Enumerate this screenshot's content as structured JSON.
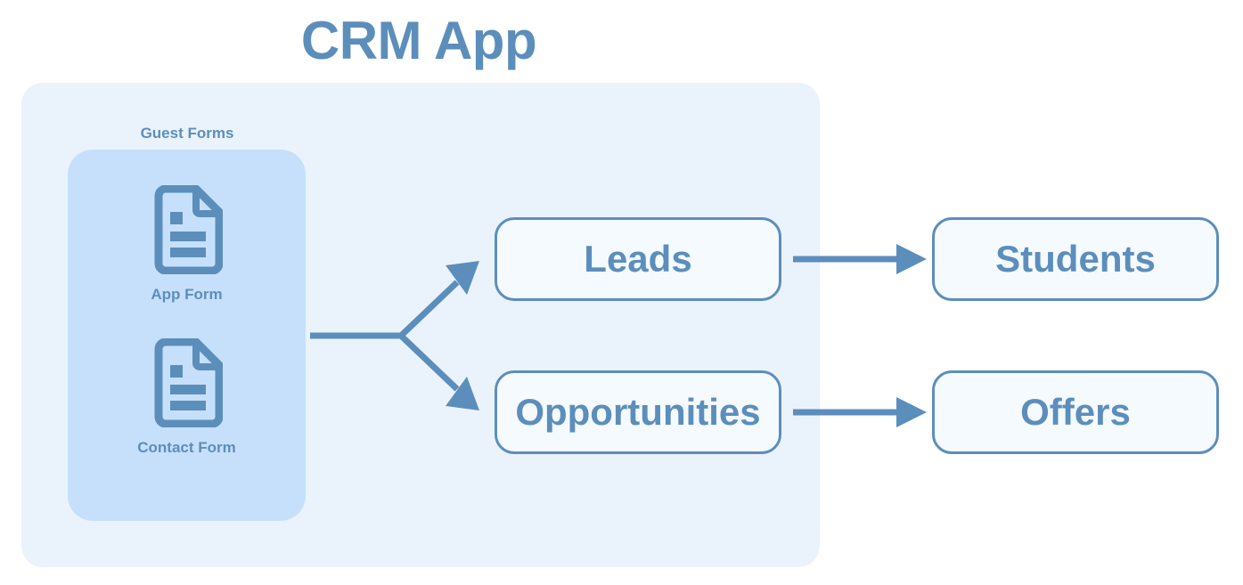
{
  "diagram": {
    "title": "CRM App",
    "background_color": "#ffffff",
    "accent_color": "#5c8ebc",
    "panel_color": "#eaf3fc",
    "group_color": "#c6e0fb",
    "box_fill_color": "#f5faff"
  },
  "group": {
    "label": "Guest Forms",
    "items": [
      {
        "icon": "document-icon",
        "caption": "App Form"
      },
      {
        "icon": "document-icon",
        "caption": "Contact Form"
      }
    ]
  },
  "entities": [
    {
      "id": "leads",
      "label": "Leads"
    },
    {
      "id": "opportunities",
      "label": "Opportunities"
    },
    {
      "id": "students",
      "label": "Students"
    },
    {
      "id": "offers",
      "label": "Offers"
    }
  ],
  "connections": [
    {
      "from": "Guest Forms",
      "to": "Leads",
      "style": "branch-arrow"
    },
    {
      "from": "Guest Forms",
      "to": "Opportunities",
      "style": "branch-arrow"
    },
    {
      "from": "Leads",
      "to": "Students",
      "style": "straight-arrow"
    },
    {
      "from": "Opportunities",
      "to": "Offers",
      "style": "straight-arrow"
    }
  ]
}
